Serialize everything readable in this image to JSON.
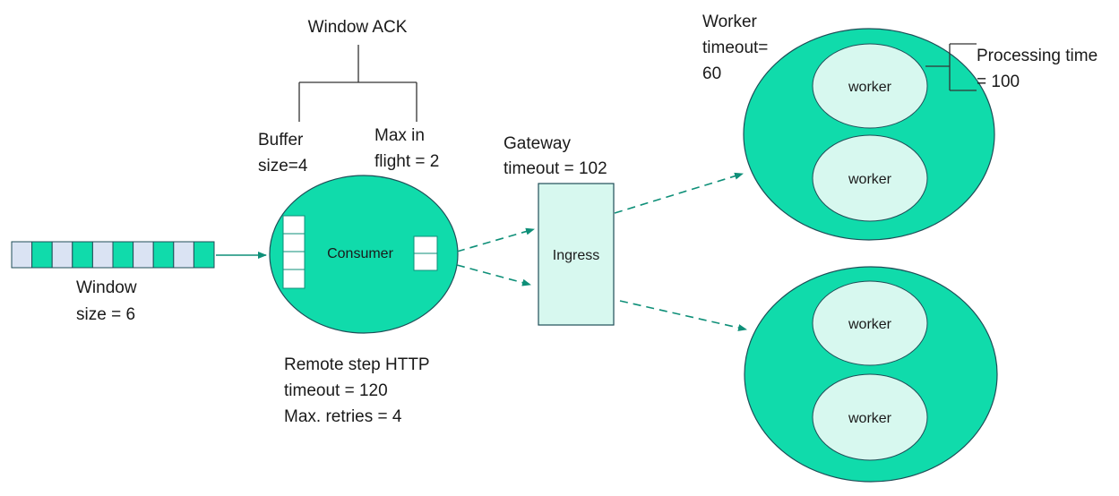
{
  "colors": {
    "teal": "#10dbab",
    "teal_light": "#d7f8ef",
    "queue_empty": "#dae3f3",
    "stroke": "#1f4e57",
    "bracket": "#333333",
    "text": "#1a1a1a"
  },
  "window_ack": {
    "label": "Window ACK",
    "left_branch": {
      "line1": "Buffer",
      "line2": "size=4"
    },
    "right_branch": {
      "line1": "Max in",
      "line2": "flight = 2"
    }
  },
  "queue": {
    "cells": [
      "empty",
      "filled",
      "empty",
      "filled",
      "empty",
      "filled",
      "empty",
      "filled",
      "empty",
      "filled"
    ],
    "label_line1": "Window",
    "label_line2": "size = 6"
  },
  "consumer": {
    "label": "Consumer",
    "remote_step_line1": "Remote step HTTP",
    "remote_step_line2": "timeout = 120",
    "remote_step_line3": "Max. retries = 4"
  },
  "gateway": {
    "line1": "Gateway",
    "line2": "timeout = 102",
    "ingress_label": "Ingress"
  },
  "worker_group_top": {
    "timeout_line1": "Worker",
    "timeout_line2": "timeout=",
    "timeout_line3": "60",
    "processing_line1": "Processing time",
    "processing_line2": "= 100",
    "workers": [
      "worker",
      "worker"
    ]
  },
  "worker_group_bottom": {
    "workers": [
      "worker",
      "worker"
    ]
  }
}
